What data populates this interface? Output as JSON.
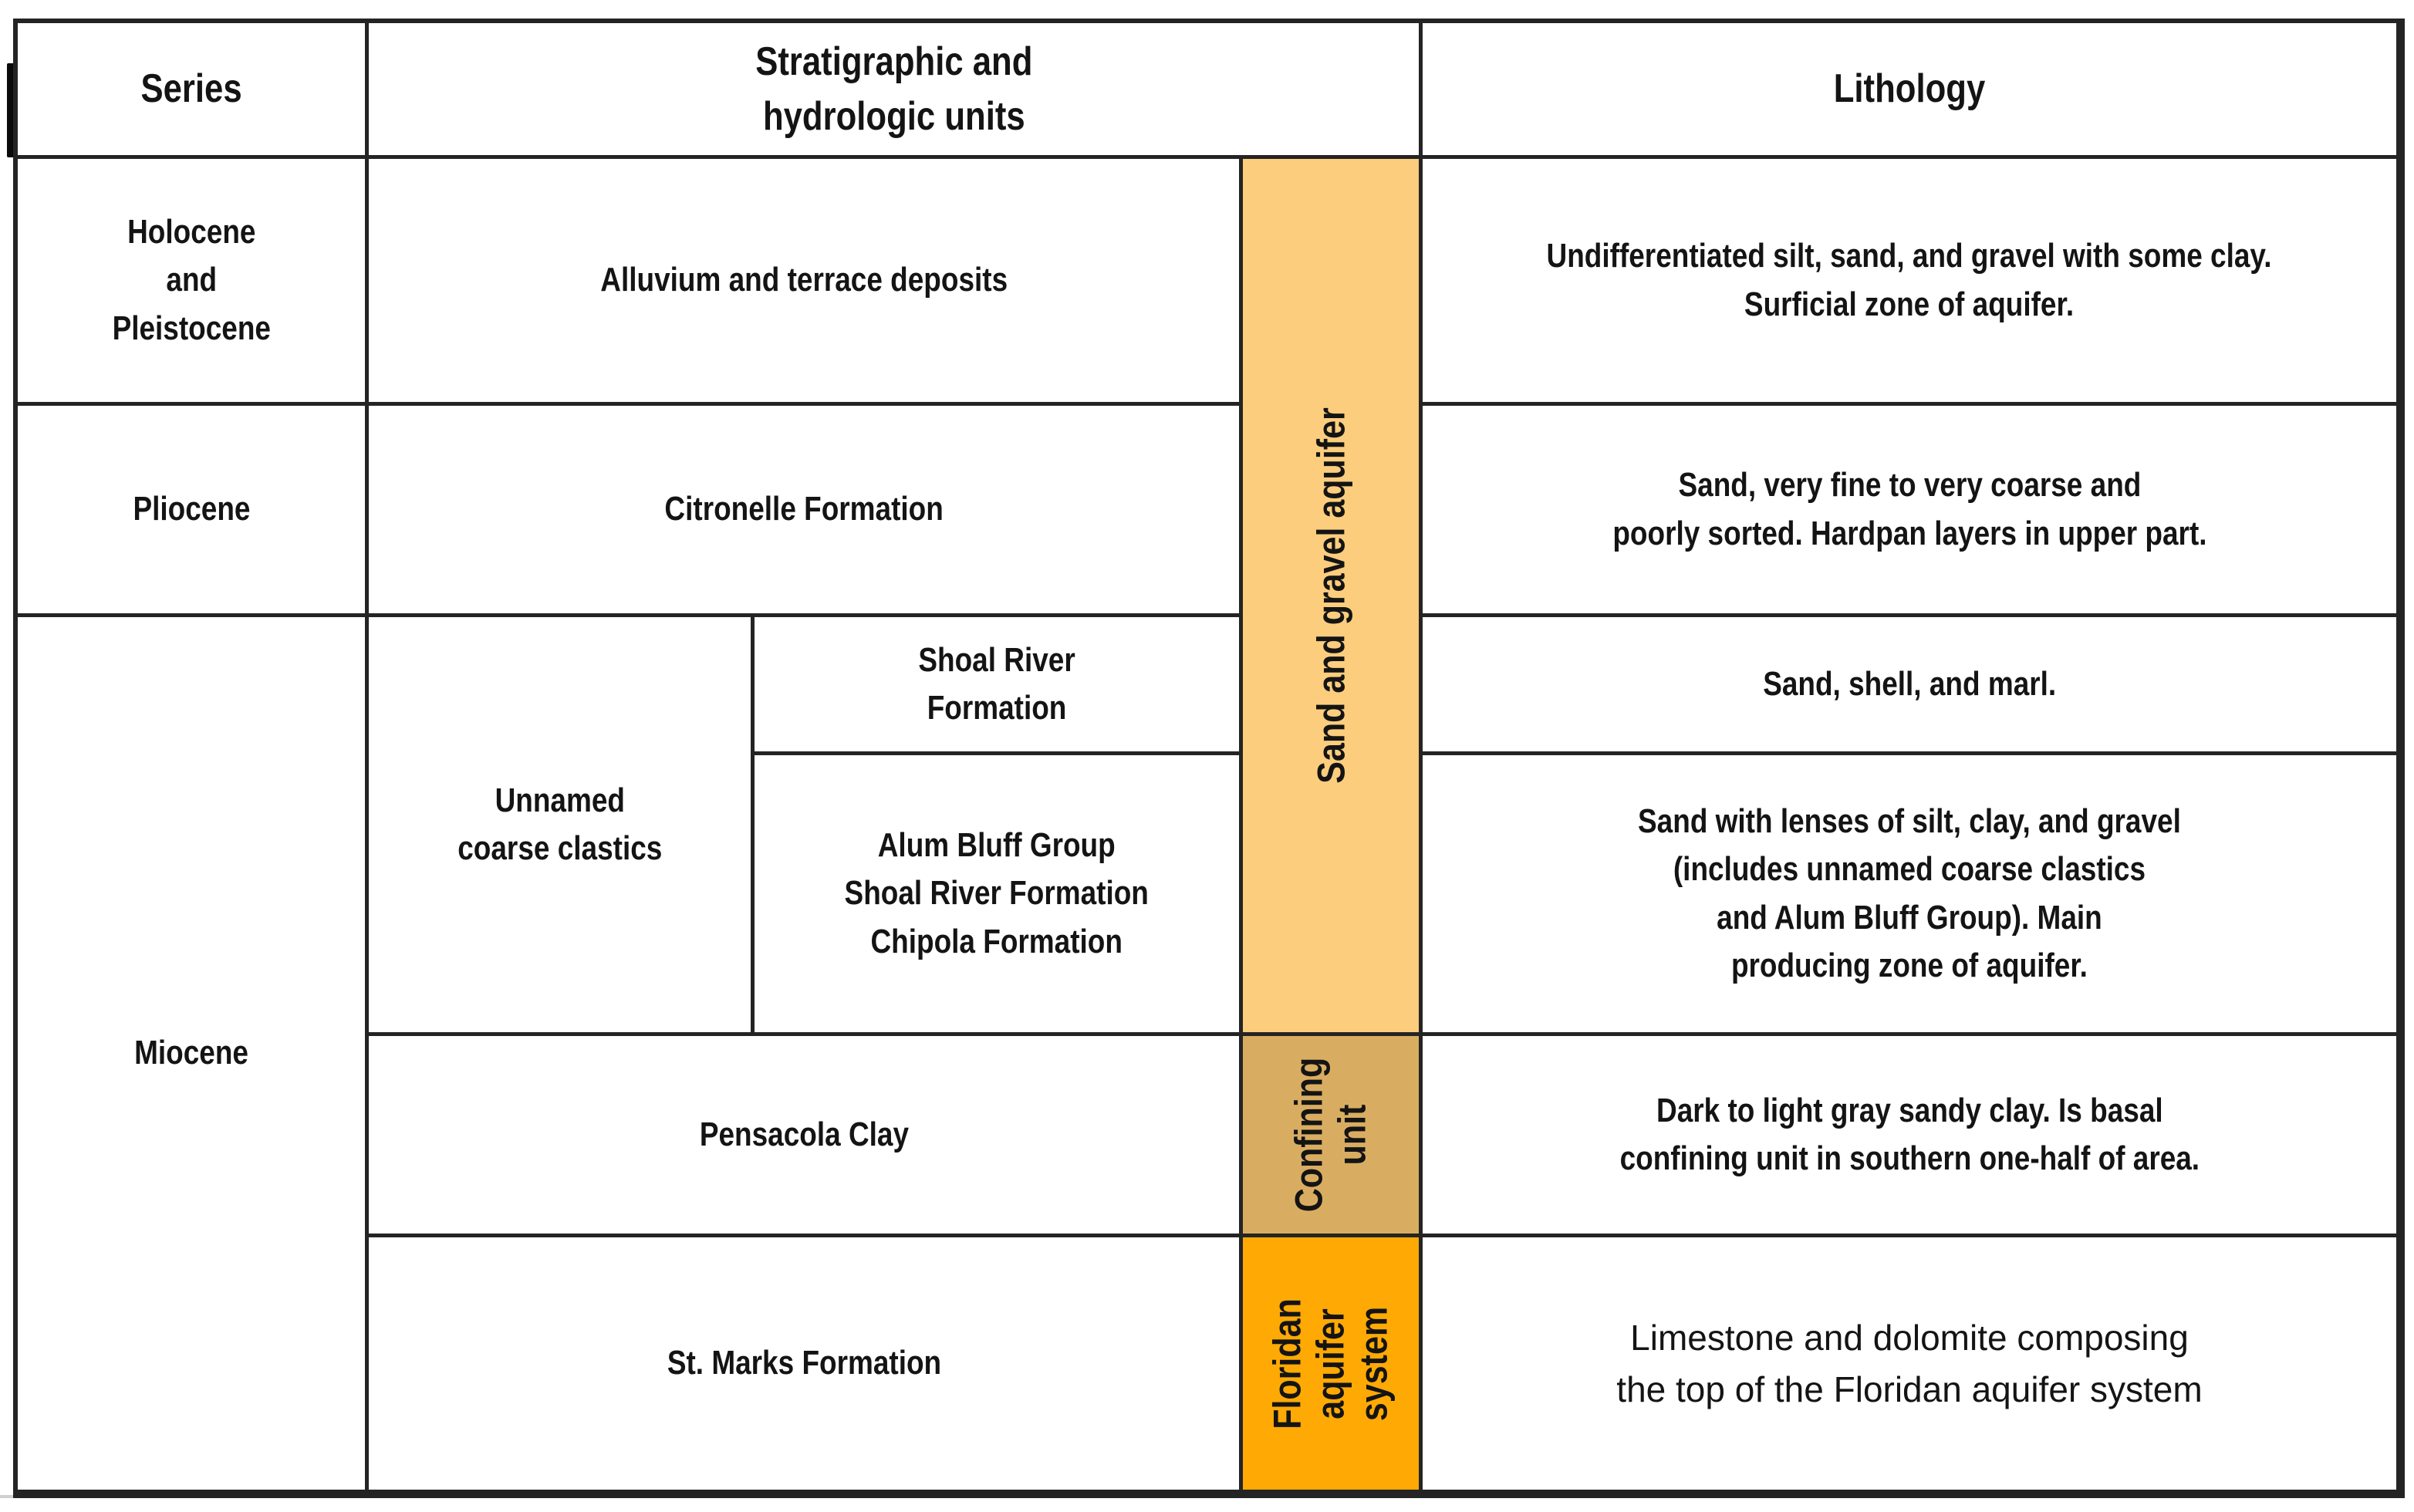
{
  "header": {
    "series": "Series",
    "strat": "Stratigraphic and\nhydrologic units",
    "lithology": "Lithology"
  },
  "series_column": {
    "holocene_pleistocene": "Holocene\nand\nPleistocene",
    "pliocene": "Pliocene",
    "miocene": "Miocene"
  },
  "stratigraphic_units": {
    "alluvium": "Alluvium and terrace deposits",
    "citronelle": "Citronelle Formation",
    "unnamed_coarse_clastics": "Unnamed\ncoarse clastics",
    "shoal_river": "Shoal River\nFormation",
    "alum_bluff_group": "Alum Bluff Group\nShoal River Formation\nChipola Formation",
    "pensacola_clay": "Pensacola Clay",
    "st_marks": "St. Marks Formation"
  },
  "hydrologic_bands": {
    "sand_and_gravel_aquifer": {
      "label": "Sand and gravel aquifer",
      "color": "#FBCD7D"
    },
    "confining_unit": {
      "label": "Confining\nunit",
      "color": "#D9AD61"
    },
    "floridan_aquifer_system": {
      "label": "Floridan\naquifer\nsystem",
      "color": "#FFA905"
    }
  },
  "lithology": [
    "Undifferentiated silt, sand, and gravel with some clay.\nSurficial zone of aquifer.",
    "Sand, very fine to very coarse and\npoorly sorted. Hardpan layers in upper part.",
    "Sand, shell, and marl.",
    "Sand with lenses of silt, clay, and gravel\n(includes unnamed coarse clastics\nand Alum Bluff Group). Main\nproducing zone of aquifer.",
    "Dark to light gray sandy clay. Is basal\nconfining unit in southern one-half of area.",
    "Limestone and dolomite composing\nthe top of the Floridan aquifer system"
  ],
  "colors": {
    "grid_line": "#242424",
    "text": "#141414",
    "background": "#ffffff"
  }
}
